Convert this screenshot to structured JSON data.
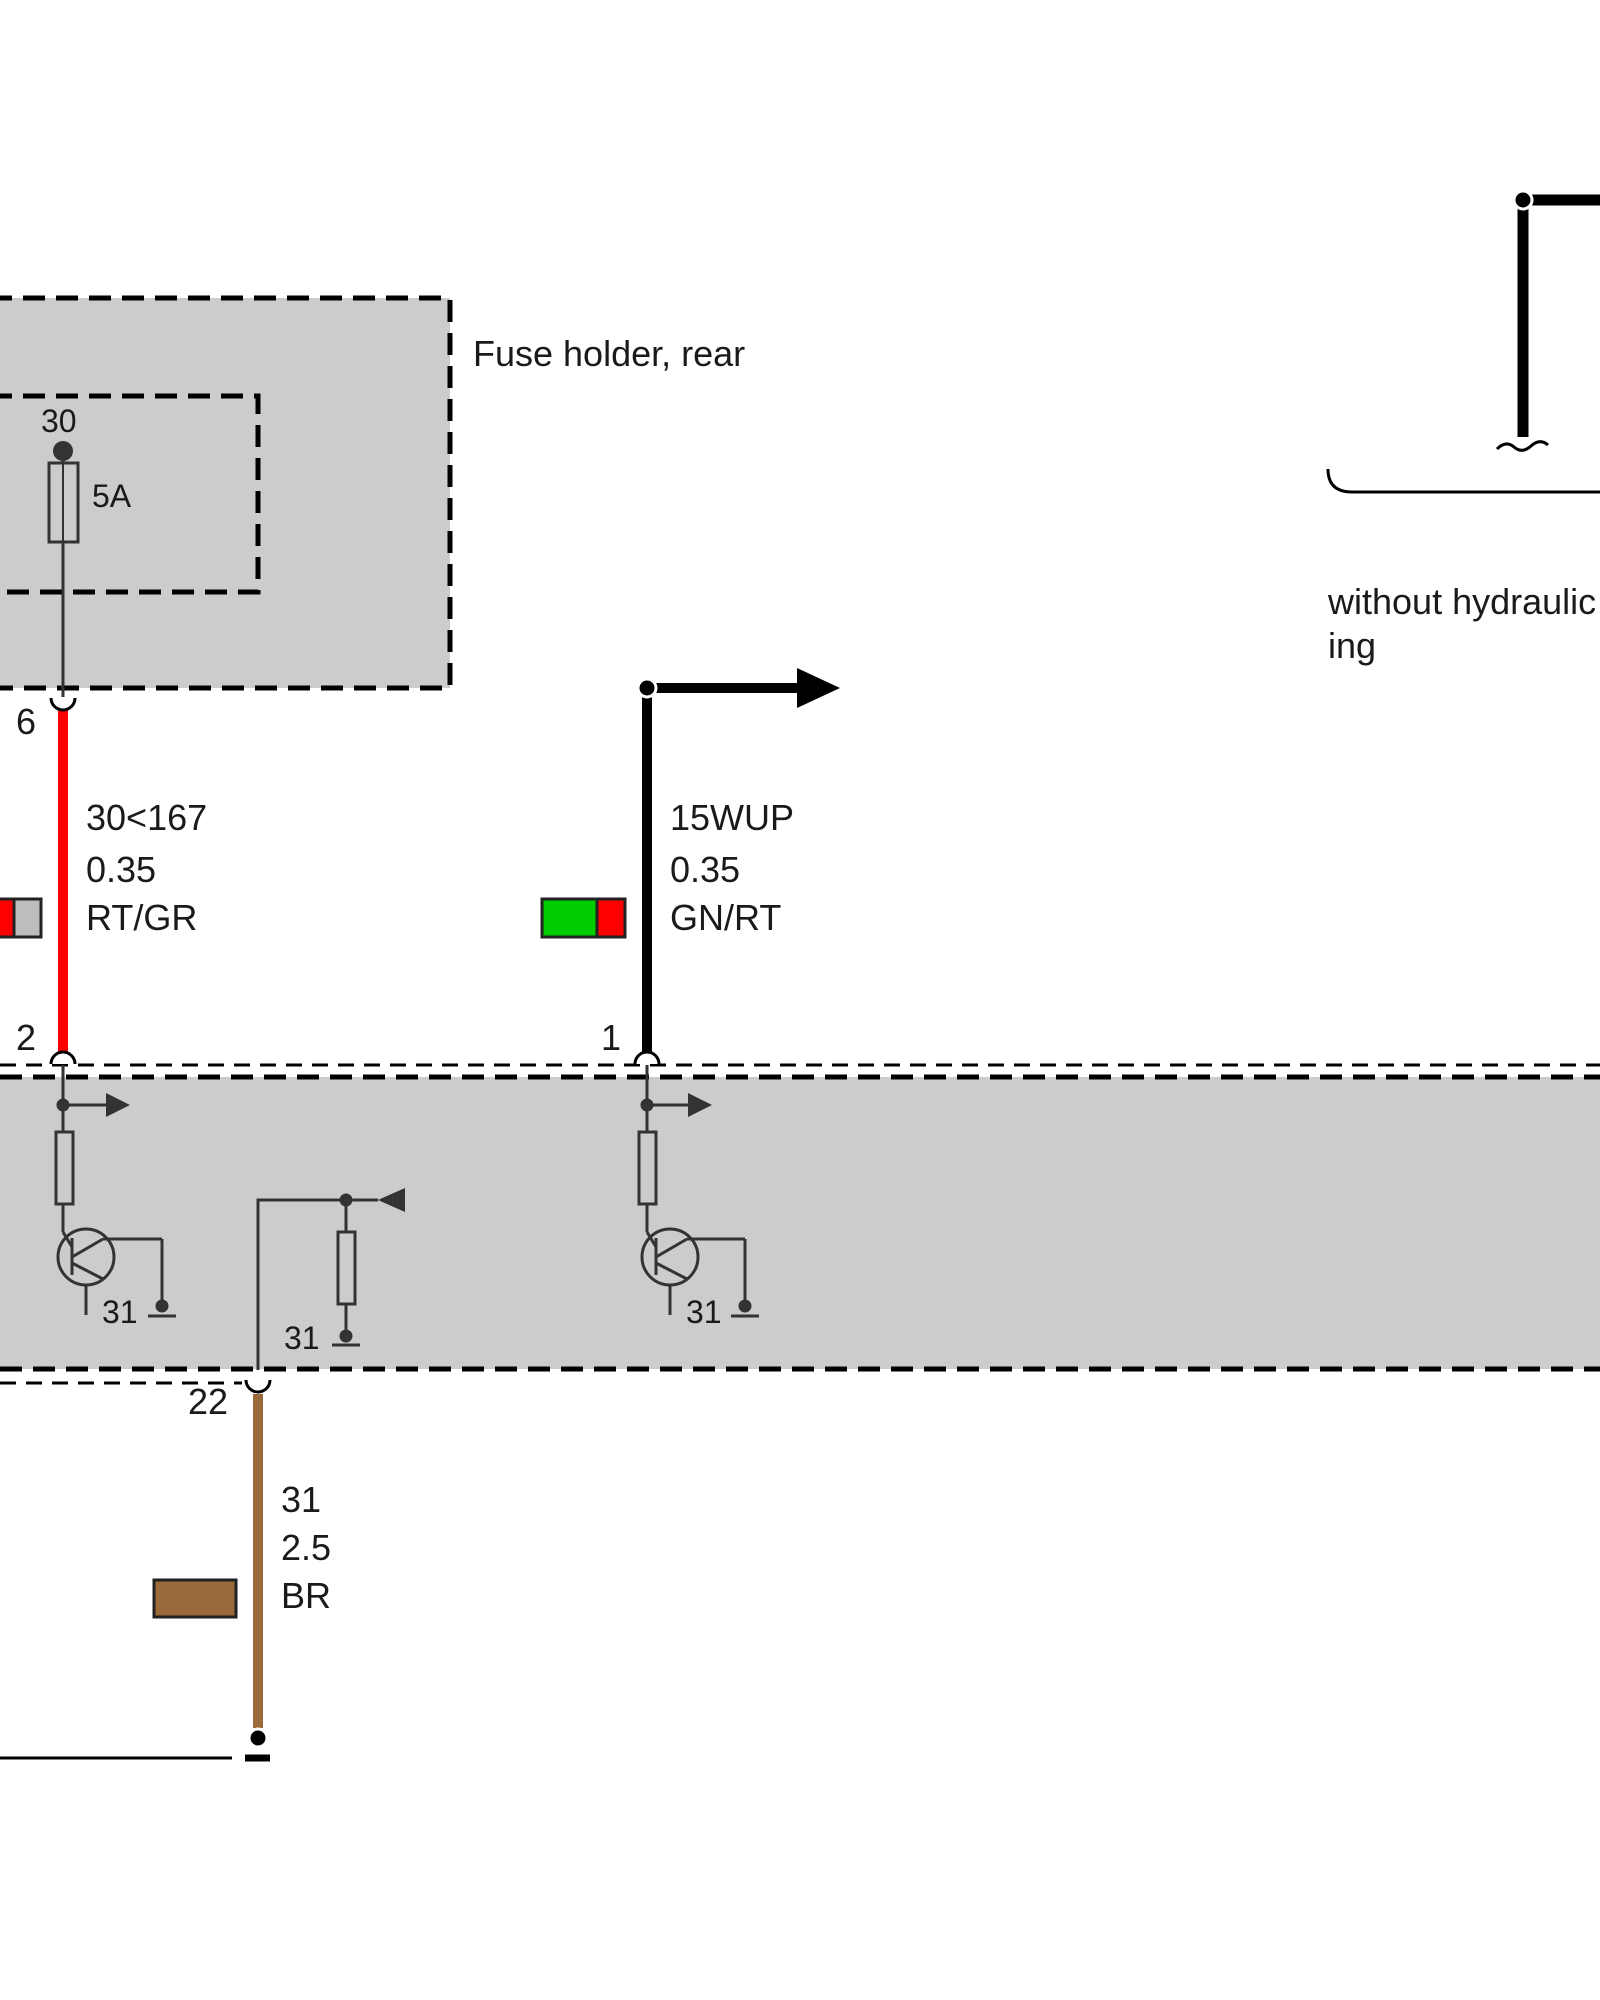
{
  "components": {
    "fuse_holder": {
      "label": "Fuse holder, rear"
    },
    "fuse": {
      "terminal": "30",
      "rating": "5A"
    },
    "hydraulic_note": {
      "line1": "without hydraulic",
      "line2": "ing"
    }
  },
  "pins": {
    "fuse_out": "6",
    "module_in_left": "2",
    "module_in_right": "1",
    "module_ground": "22"
  },
  "module_grounds": {
    "left": "31",
    "middle": "31",
    "right": "31"
  },
  "wires": {
    "red": {
      "signal": "30<167",
      "gauge": "0.35",
      "color_code": "RT/GR",
      "colors": [
        "#ff0000",
        "#bdbdbd"
      ]
    },
    "green": {
      "signal": "15WUP",
      "gauge": "0.35",
      "color_code": "GN/RT",
      "colors": [
        "#00cc00",
        "#ff0000"
      ]
    },
    "brown": {
      "signal": "31",
      "gauge": "2.5",
      "color_code": "BR",
      "colors": [
        "#9b6a3a"
      ]
    }
  },
  "palette": {
    "module_fill": "#cccccc",
    "wire_red": "#ff0000",
    "wire_black": "#000000",
    "wire_brown": "#9b6a3a"
  }
}
